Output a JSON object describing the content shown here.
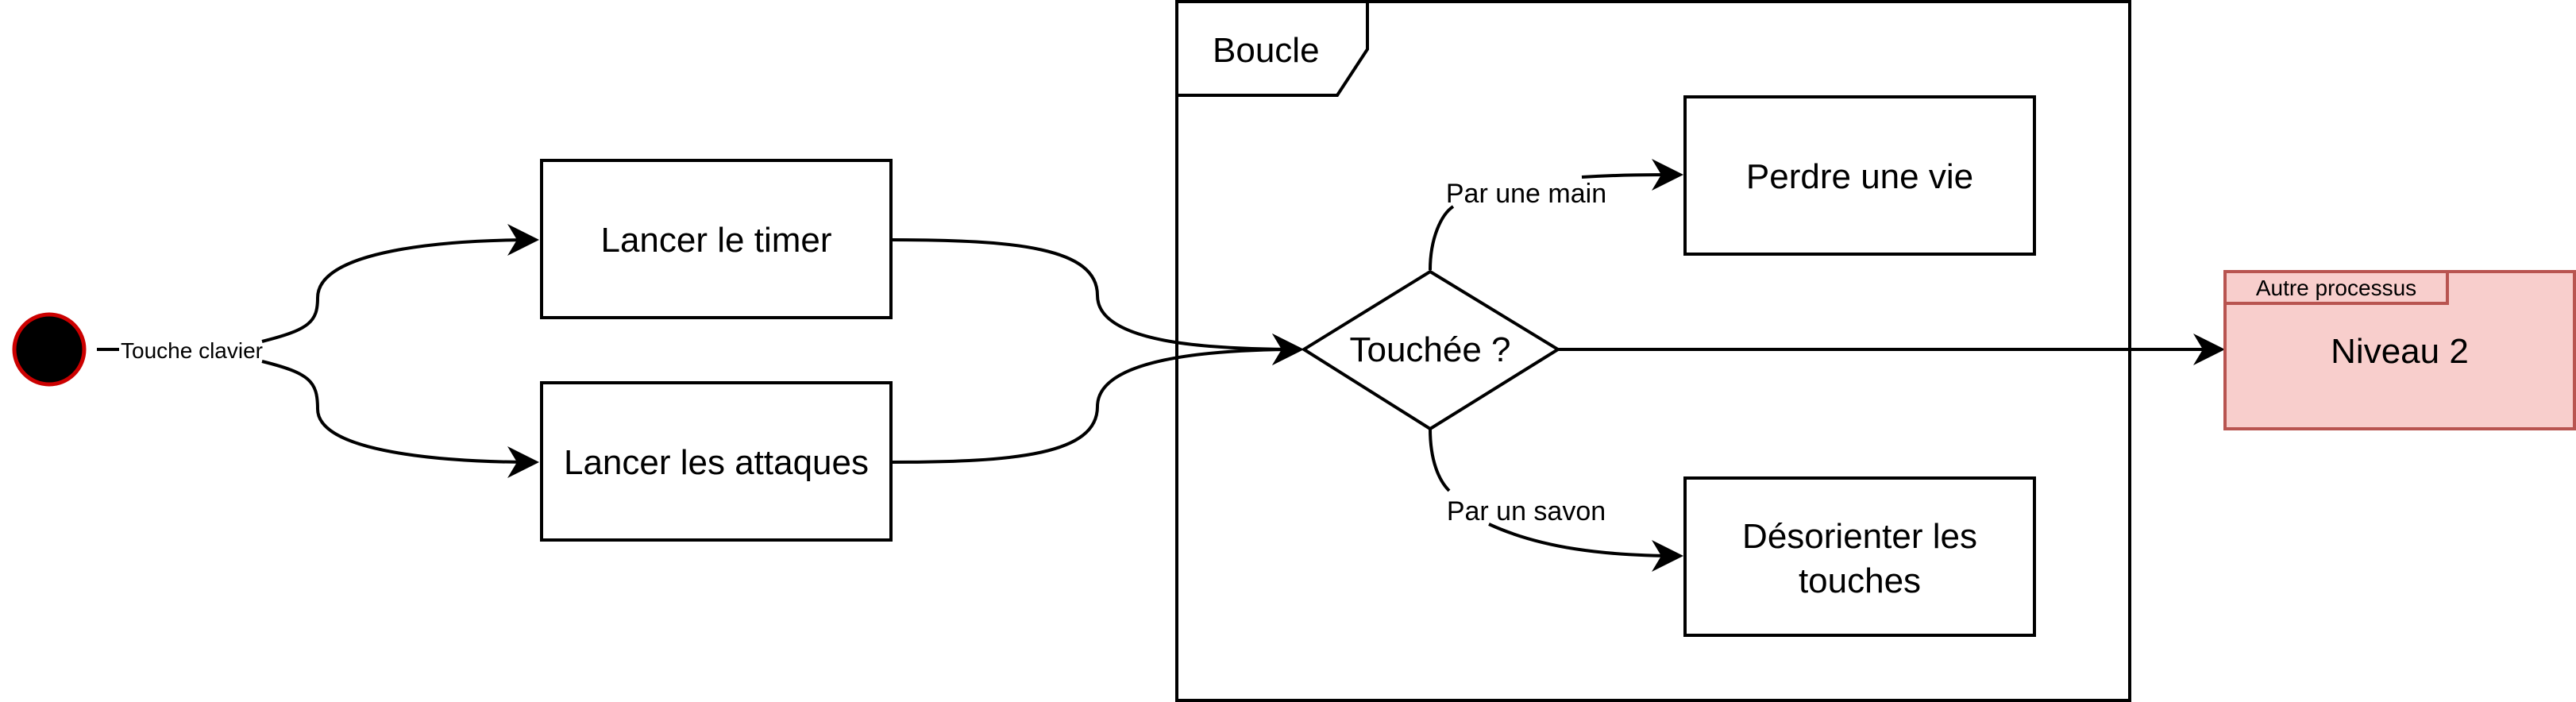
{
  "diagram": {
    "start": {
      "label": "Touche clavier"
    },
    "actions": {
      "timer": "Lancer le timer",
      "attacks": "Lancer les attaques",
      "lose_life": "Perdre une vie",
      "disorient_line1": "Désorienter les",
      "disorient_line2": "touches"
    },
    "decision": {
      "label": "Touchée ?"
    },
    "loop_frame": {
      "label": "Boucle"
    },
    "branches": {
      "hand": "Par une main",
      "soap": "Par un savon"
    },
    "other_process": {
      "tab_label": "Autre processus",
      "name": "Niveau 2"
    },
    "colors": {
      "start_fill": "#000000",
      "start_stroke": "#cc0000",
      "process_fill": "#f8cecc",
      "process_stroke": "#b85450",
      "line": "#000000"
    }
  }
}
